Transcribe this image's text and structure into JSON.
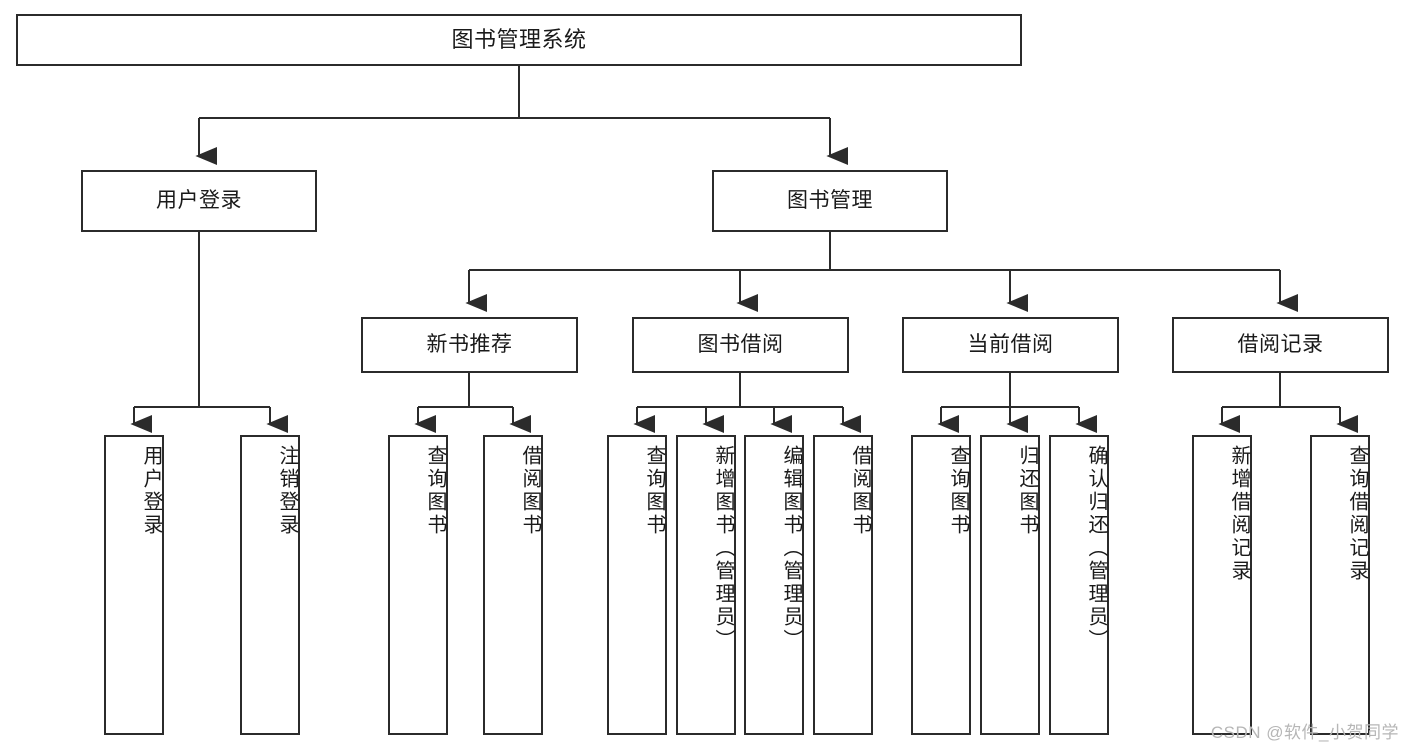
{
  "diagram": {
    "type": "tree-hierarchy",
    "title": "图书管理系统",
    "watermark": "CSDN @软件_小贺同学",
    "colors": {
      "box_border": "#2b2b2b",
      "box_fill": "#ffffff",
      "connector": "#2b2b2b",
      "text": "#1a1a1a",
      "watermark": "#b6b6b6"
    },
    "levels": {
      "level1": [
        {
          "id": "root",
          "label": "图书管理系统",
          "orientation": "horizontal"
        }
      ],
      "level2": [
        {
          "id": "user-login",
          "label": "用户登录",
          "orientation": "horizontal"
        },
        {
          "id": "book-manage",
          "label": "图书管理",
          "orientation": "horizontal"
        }
      ],
      "level3": [
        {
          "id": "new-book-recommend",
          "label": "新书推荐",
          "orientation": "horizontal"
        },
        {
          "id": "book-borrow",
          "label": "图书借阅",
          "orientation": "horizontal"
        },
        {
          "id": "current-borrow",
          "label": "当前借阅",
          "orientation": "horizontal"
        },
        {
          "id": "borrow-record",
          "label": "借阅记录",
          "orientation": "horizontal"
        }
      ],
      "level4": [
        {
          "id": "leaf-user-login",
          "label": "用户登录",
          "parent": "user-login",
          "orientation": "vertical"
        },
        {
          "id": "leaf-user-logout",
          "label": "注销登录",
          "parent": "user-login",
          "orientation": "vertical"
        },
        {
          "id": "leaf-query-book-1",
          "label": "查询图书",
          "parent": "new-book-recommend",
          "orientation": "vertical"
        },
        {
          "id": "leaf-borrow-book-1",
          "label": "借阅图书",
          "parent": "new-book-recommend",
          "orientation": "vertical"
        },
        {
          "id": "leaf-query-book-2",
          "label": "查询图书",
          "parent": "book-borrow",
          "orientation": "vertical"
        },
        {
          "id": "leaf-add-book",
          "label": "新增图书（管理员）",
          "parent": "book-borrow",
          "orientation": "vertical"
        },
        {
          "id": "leaf-edit-book",
          "label": "编辑图书（管理员）",
          "parent": "book-borrow",
          "orientation": "vertical"
        },
        {
          "id": "leaf-borrow-book-2",
          "label": "借阅图书",
          "parent": "book-borrow",
          "orientation": "vertical"
        },
        {
          "id": "leaf-query-book-3",
          "label": "查询图书",
          "parent": "current-borrow",
          "orientation": "vertical"
        },
        {
          "id": "leaf-return-book",
          "label": "归还图书",
          "parent": "current-borrow",
          "orientation": "vertical"
        },
        {
          "id": "leaf-confirm-return",
          "label": "确认归还（管理员）",
          "parent": "current-borrow",
          "orientation": "vertical"
        },
        {
          "id": "leaf-add-record",
          "label": "新增借阅记录",
          "parent": "borrow-record",
          "orientation": "vertical"
        },
        {
          "id": "leaf-query-record",
          "label": "查询借阅记录",
          "parent": "borrow-record",
          "orientation": "vertical"
        }
      ]
    }
  }
}
